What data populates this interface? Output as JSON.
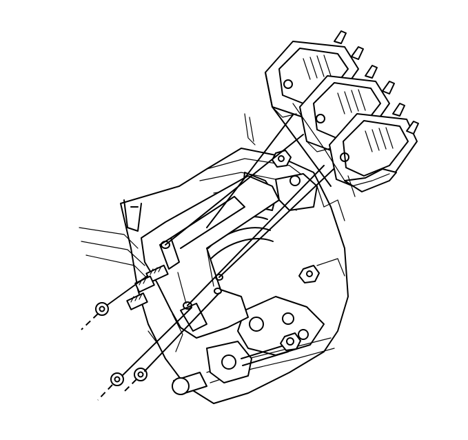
{
  "figure": {
    "colors": {
      "ink": "#000000",
      "paper": "#ffffff"
    },
    "parts": [
      "ignition-coil-1",
      "ignition-coil-2",
      "ignition-coil-3",
      "coil-bracket",
      "mounting-stud",
      "mounting-nut",
      "engine-block",
      "bolt"
    ]
  }
}
